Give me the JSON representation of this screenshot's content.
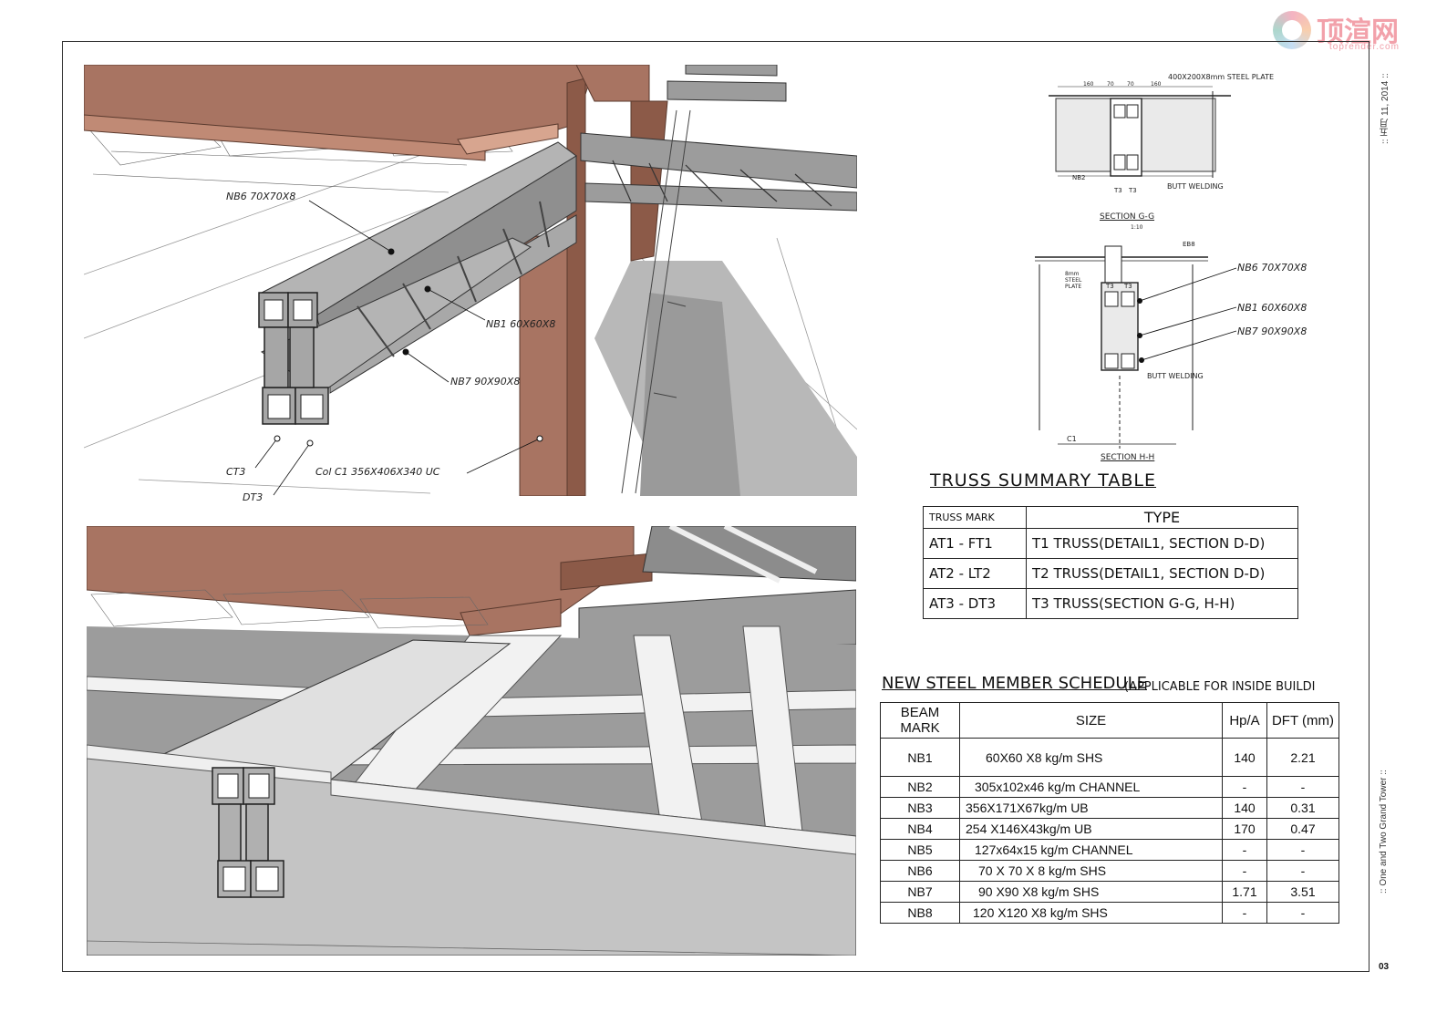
{
  "watermark": {
    "cn": "顶渲网",
    "en": "toprender.com"
  },
  "side": {
    "date": ":: 五月 11, 2014 ::",
    "project": ":: One and Two Grand Tower ::",
    "page": "03"
  },
  "top_render_labels": {
    "nb6": "NB6 70X70X8",
    "nb1": "NB1 60X60X8",
    "nb7": "NB7 90X90X8",
    "ct3": "CT3",
    "dt3": "DT3",
    "col": "Col C1 356X406X340 UC"
  },
  "section_gg": {
    "title": "SECTION G-G",
    "scale": "1:10",
    "plate_note": "400X200X8mm STEEL PLATE",
    "dims": [
      "160",
      "70",
      "70",
      "160"
    ],
    "nb2": "NB2",
    "t3a": "T3",
    "t3b": "T3",
    "weld": "BUTT WELDING"
  },
  "section_hh": {
    "title": "SECTION H-H",
    "top": "EB8",
    "plate": "8mm STEEL PLATE",
    "t3a": "T3",
    "t3b": "T3",
    "weld": "BUTT WELDING",
    "c1": "C1",
    "nb6": "NB6 70X70X8",
    "nb1": "NB1 60X60X8",
    "nb7": "NB7 90X90X8"
  },
  "truss_table": {
    "title": "TRUSS SUMMARY TABLE",
    "headers": [
      "TRUSS MARK",
      "TYPE"
    ],
    "rows": [
      [
        "AT1 - FT1",
        "T1 TRUSS(DETAIL1, SECTION D-D)"
      ],
      [
        "AT2 - LT2",
        "T2 TRUSS(DETAIL1, SECTION D-D)"
      ],
      [
        "AT3 - DT3",
        "T3 TRUSS(SECTION G-G, H-H)"
      ]
    ]
  },
  "schedule": {
    "title": "NEW STEEL MEMBER SCHEDULE",
    "subtitle": "(APPLICABLE FOR INSIDE BUILDI",
    "headers": [
      "BEAM MARK",
      "SIZE",
      "Hp/A",
      "DFT (mm)"
    ],
    "rows": [
      [
        "NB1",
        "60X60 X8 kg/m SHS",
        "140",
        "2.21"
      ],
      [
        "NB2",
        "305x102x46 kg/m CHANNEL",
        "-",
        "-"
      ],
      [
        "NB3",
        "356X171X67kg/m UB",
        "140",
        "0.31"
      ],
      [
        "NB4",
        "254 X146X43kg/m UB",
        "170",
        "0.47"
      ],
      [
        "NB5",
        "127x64x15 kg/m CHANNEL",
        "-",
        "-"
      ],
      [
        "NB6",
        "70 X 70 X 8 kg/m SHS",
        "-",
        "-"
      ],
      [
        "NB7",
        "90 X90 X8 kg/m SHS",
        "1.71",
        "3.51"
      ],
      [
        "NB8",
        "120 X120 X8 kg/m SHS",
        "-",
        "-"
      ]
    ]
  }
}
